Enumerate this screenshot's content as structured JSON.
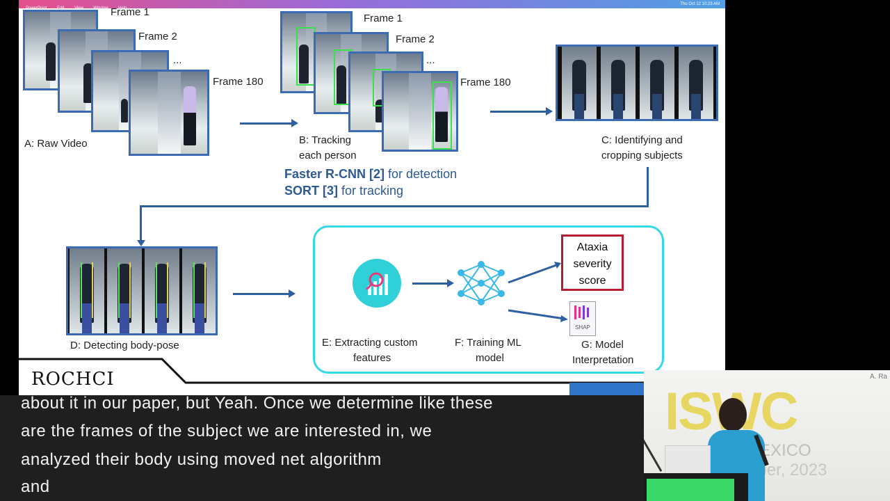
{
  "menubar": {
    "items": [
      "PowerPoint",
      "Edit",
      "View",
      "Window",
      "Help"
    ],
    "clock": "Thu Oct 12 10:23 AM"
  },
  "slide": {
    "stage_a": {
      "frames": [
        "Frame 1",
        "Frame 2",
        "...",
        "Frame 180"
      ],
      "caption": "A: Raw Video"
    },
    "stage_b": {
      "frames": [
        "Frame 1",
        "Frame 2",
        "...",
        "Frame 180"
      ],
      "caption_line1": "B: Tracking",
      "caption_line2": "each person"
    },
    "stage_c": {
      "caption_line1": "C: Identifying and",
      "caption_line2": "cropping subjects"
    },
    "methods": {
      "line1_name": "Faster R-CNN [2]",
      "line1_rest": " for detection",
      "line2_name": "SORT [3]",
      "line2_rest": " for tracking"
    },
    "stage_d": {
      "caption": "D: Detecting body-pose"
    },
    "stage_e": {
      "caption_line1": "E: Extracting custom",
      "caption_line2": "features"
    },
    "stage_f": {
      "caption_line1": "F: Training ML",
      "caption_line2": "model"
    },
    "ataxia": {
      "line1": "Ataxia",
      "line2": "severity",
      "line3": "score"
    },
    "stage_g": {
      "shap_label": "SHAP",
      "caption_line1": "G: Model",
      "caption_line2": "Interpretation"
    },
    "logo_text": "ROCHCI"
  },
  "captions": {
    "line0": "about it in our paper, but Yeah. Once we determine like these",
    "line1": "are the frames of the subject we are interested in, we",
    "line2": "analyzed their body using moved net algorithm",
    "line3": "and"
  },
  "speaker": {
    "event_name": "ISWC",
    "location": "MEXICO",
    "date": "ober, 2023",
    "presenter_tag": "A. Ra"
  },
  "colors": {
    "arrow": "#2f5fa3",
    "accent_cyan": "#33d9e8",
    "ataxia_border": "#b61c32",
    "method_text": "#2d5a96"
  }
}
